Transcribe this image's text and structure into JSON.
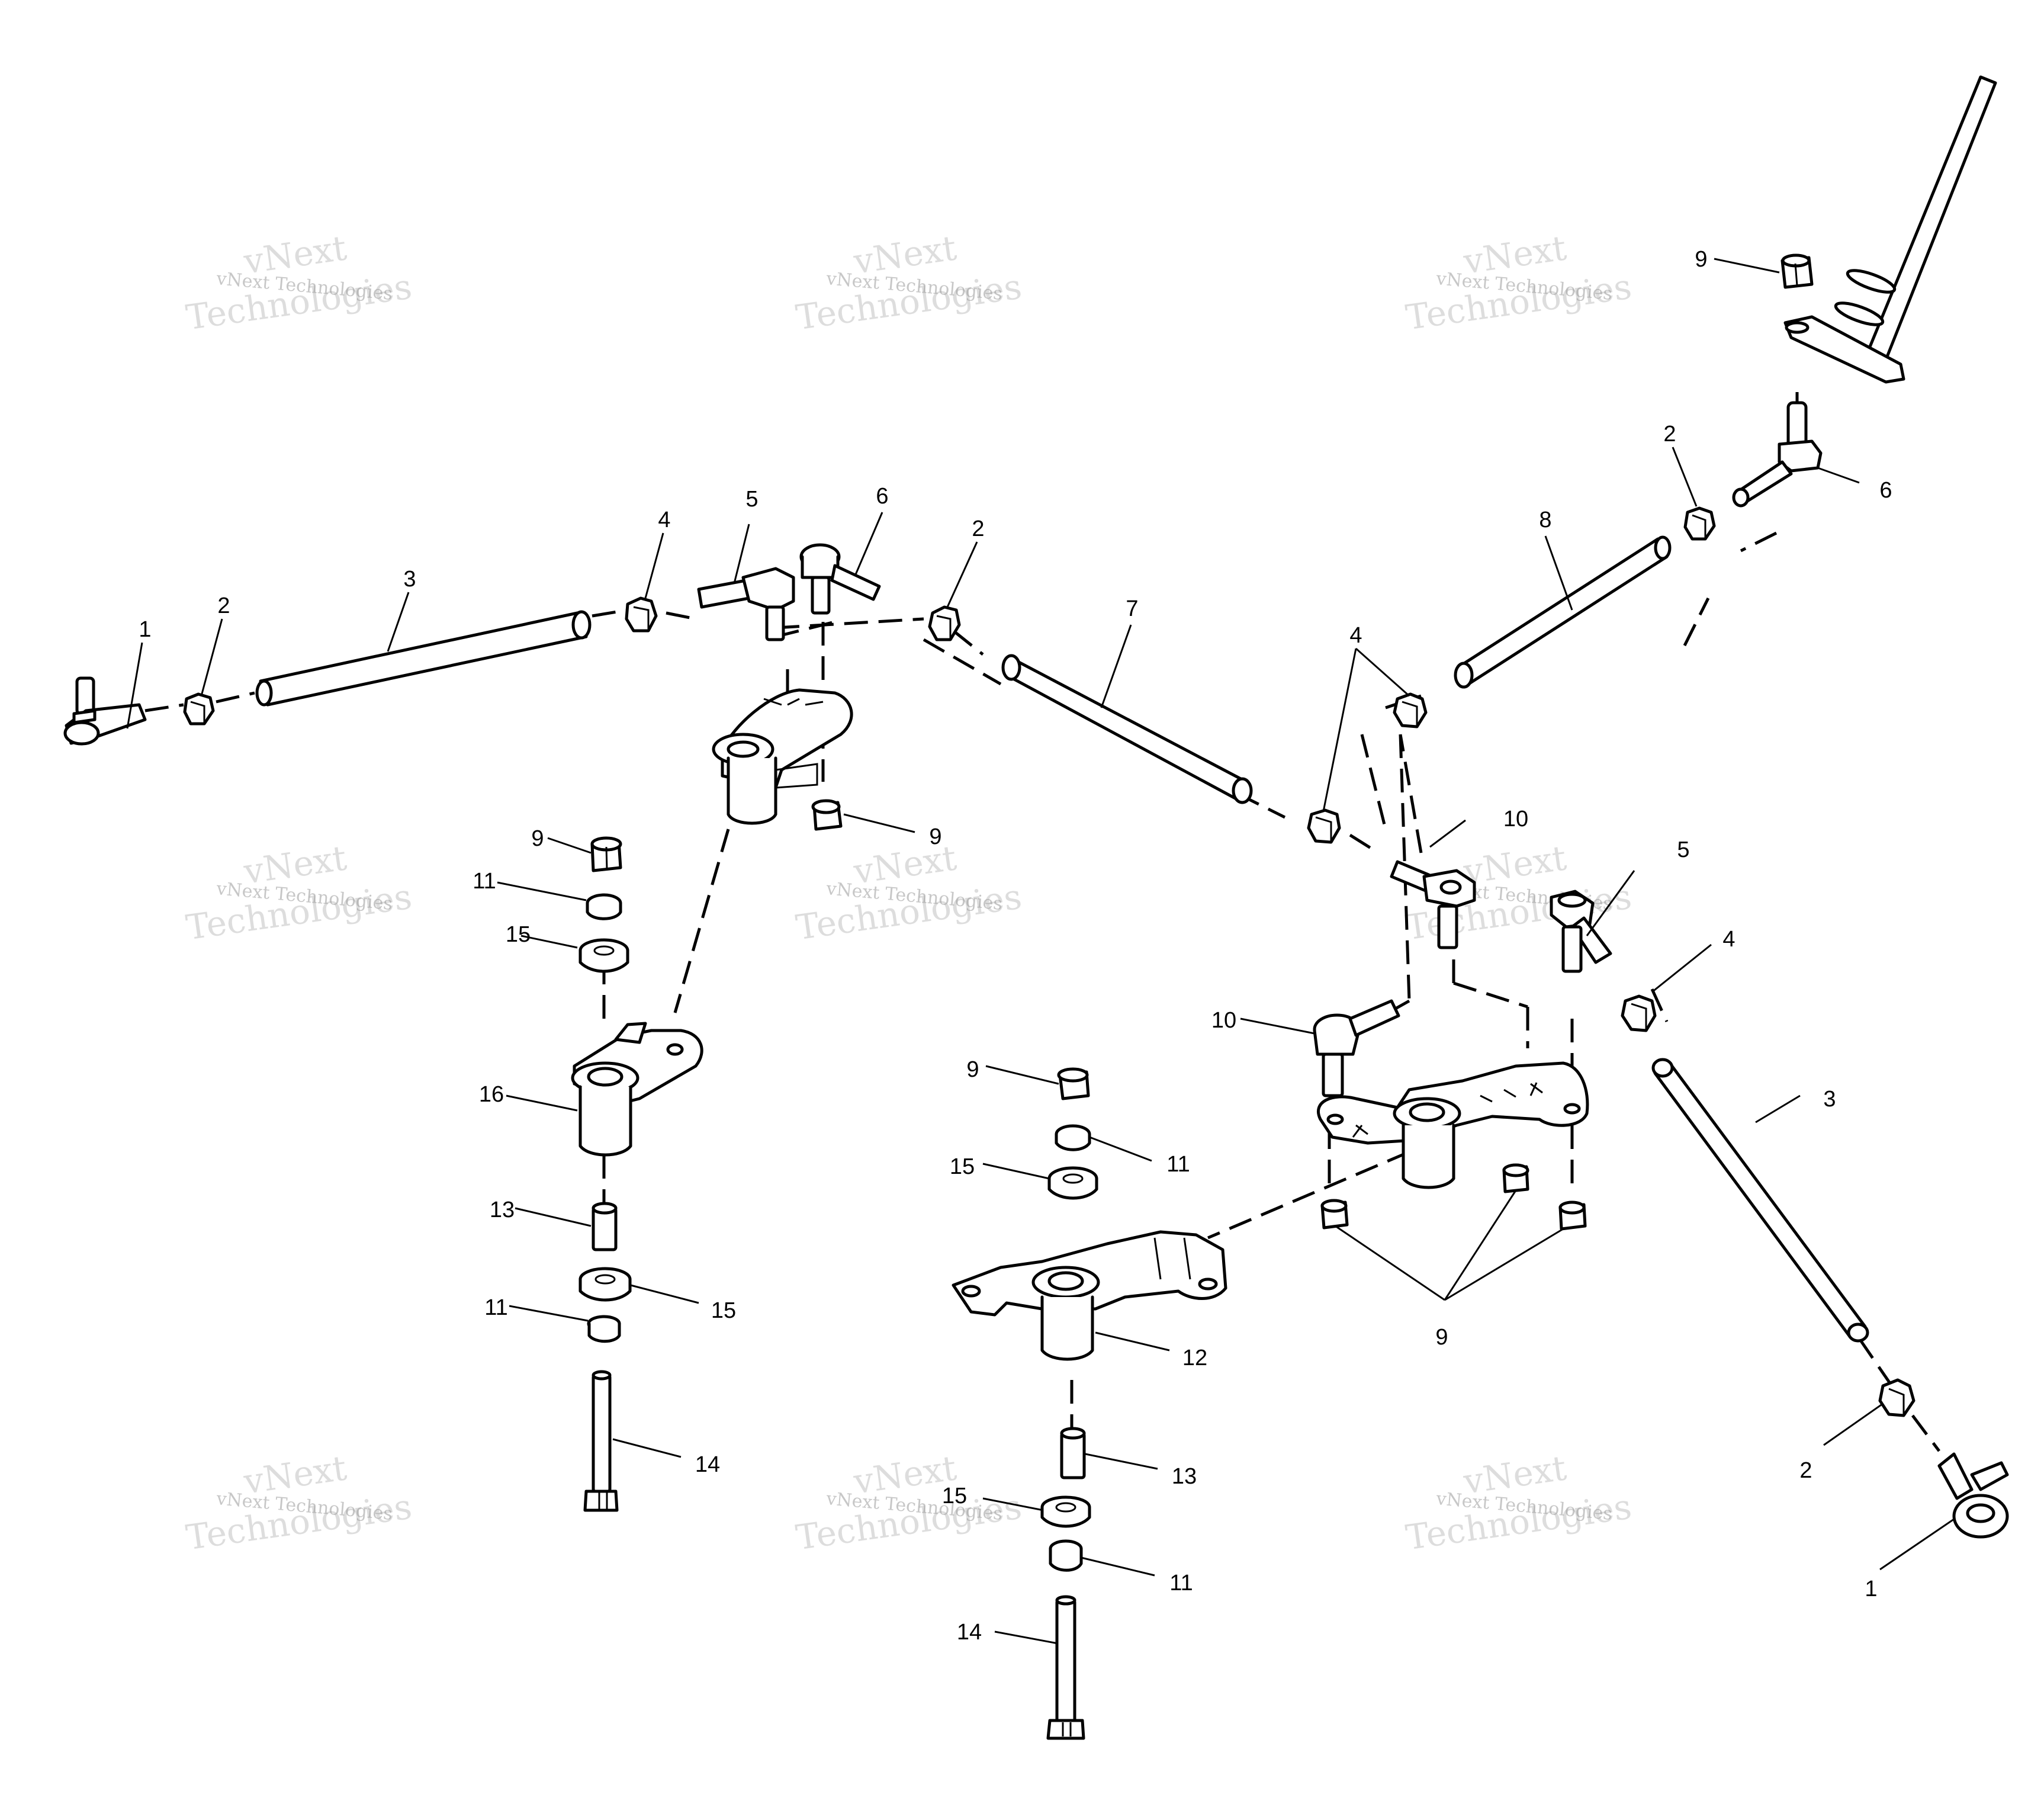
{
  "watermark": {
    "brand_line": "vNext Technologies",
    "big_line_1": "vNext",
    "big_line_2": "Technologies"
  },
  "callouts": [
    {
      "id": "c1a",
      "label": "1"
    },
    {
      "id": "c2a",
      "label": "2"
    },
    {
      "id": "c3a",
      "label": "3"
    },
    {
      "id": "c4a",
      "label": "4"
    },
    {
      "id": "c5a",
      "label": "5"
    },
    {
      "id": "c6a",
      "label": "6"
    },
    {
      "id": "c2b",
      "label": "2"
    },
    {
      "id": "c7",
      "label": "7"
    },
    {
      "id": "c4b",
      "label": "4"
    },
    {
      "id": "c8",
      "label": "8"
    },
    {
      "id": "c2c",
      "label": "2"
    },
    {
      "id": "c6b",
      "label": "6"
    },
    {
      "id": "c9a",
      "label": "9"
    },
    {
      "id": "c9b",
      "label": "9"
    },
    {
      "id": "c9c",
      "label": "9"
    },
    {
      "id": "c11a",
      "label": "11"
    },
    {
      "id": "c15a",
      "label": "15"
    },
    {
      "id": "c16",
      "label": "16"
    },
    {
      "id": "c13a",
      "label": "13"
    },
    {
      "id": "c15b",
      "label": "15"
    },
    {
      "id": "c11b",
      "label": "11"
    },
    {
      "id": "c14a",
      "label": "14"
    },
    {
      "id": "c10a",
      "label": "10"
    },
    {
      "id": "c5b",
      "label": "5"
    },
    {
      "id": "c10b",
      "label": "10"
    },
    {
      "id": "c4c",
      "label": "4"
    },
    {
      "id": "c9d",
      "label": "9"
    },
    {
      "id": "c11c",
      "label": "11"
    },
    {
      "id": "c15c",
      "label": "15"
    },
    {
      "id": "c12",
      "label": "12"
    },
    {
      "id": "c13b",
      "label": "13"
    },
    {
      "id": "c15d",
      "label": "15"
    },
    {
      "id": "c11d",
      "label": "11"
    },
    {
      "id": "c14b",
      "label": "14"
    },
    {
      "id": "c3b",
      "label": "3"
    },
    {
      "id": "c9e",
      "label": "9"
    },
    {
      "id": "c2d",
      "label": "2"
    },
    {
      "id": "c1b",
      "label": "1"
    }
  ]
}
